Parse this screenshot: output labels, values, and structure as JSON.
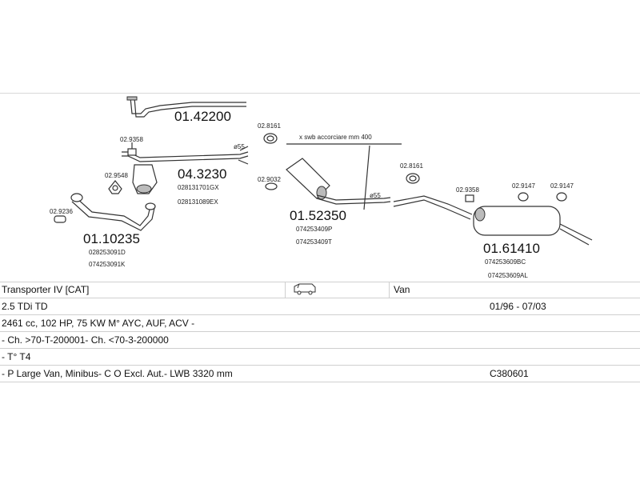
{
  "diagram": {
    "parts": {
      "p_01_42200": "01.42200",
      "p_04_3230": "04.3230",
      "p_04_3230_oem1": "028131701GX",
      "p_04_3230_oem2": "028131089EX",
      "p_01_10235": "01.10235",
      "p_01_10235_oem1": "028253091D",
      "p_01_10235_oem2": "074253091K",
      "p_01_52350": "01.52350",
      "p_01_52350_oem1": "074253409P",
      "p_01_52350_oem2": "074253409T",
      "p_01_61410": "01.61410",
      "p_01_61410_oem1": "074253609BC",
      "p_01_61410_oem2": "074253609AL"
    },
    "small_parts": {
      "s_02_9358_a": "02.9358",
      "s_02_9548": "02.9548",
      "s_02_9236": "02.9236",
      "s_02_8161_a": "02.8161",
      "s_02_9032": "02.9032",
      "s_02_8161_b": "02.8161",
      "s_02_9358_b": "02.9358",
      "s_02_9147_a": "02.9147",
      "s_02_9147_b": "02.9147"
    },
    "annotations": {
      "diam_1": "ø55",
      "diam_2": "ø55",
      "swb_note": "x swb accorciare mm 400"
    }
  },
  "table": {
    "model": "Transporter IV  [CAT]",
    "body_type": "Van",
    "engine": "2.5 TDi TD",
    "years": "01/96 - 07/03",
    "spec": "2461 cc, 102 HP, 75 KW M° AYC, AUF, ACV -",
    "chassis": "- Ch. >70-T-200001- Ch. <70-3-200000",
    "type": "- T° T4",
    "variant": "- P Large Van, Minibus- C O Excl. Aut.- LWB 3320 mm",
    "code": "C380601",
    "van_icon": "van-icon"
  }
}
